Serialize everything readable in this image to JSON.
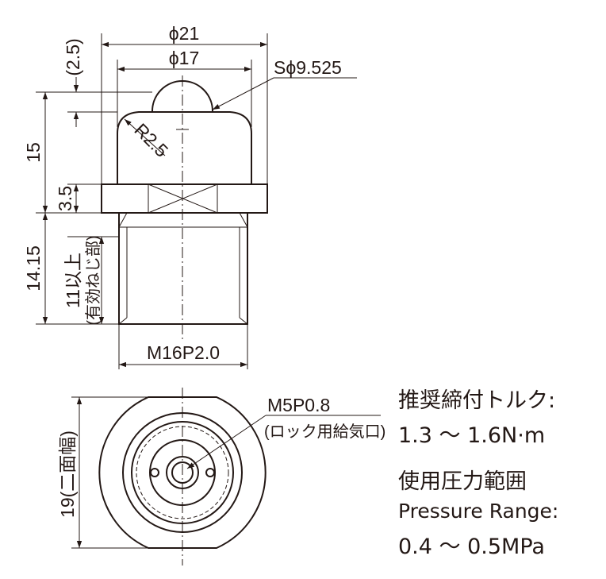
{
  "dimensions": {
    "d_outer": "ϕ21",
    "d_inner": "ϕ17",
    "ball": "Sϕ9.525",
    "protrusion": "(2.5)",
    "radius": "R2.5",
    "height": "15",
    "hex_thickness": "3.5",
    "thread_length": "14.15",
    "effective_thread_1": "11以上",
    "effective_thread_2": "(有効ねじ部)",
    "thread": "M16P2.0",
    "port": "M5P0.8",
    "port_note": "(ロック用給気口)",
    "across_flats": "19(二面幅)"
  },
  "specs": {
    "torque_label": "推奨締付トルク:",
    "torque_value": "1.3 ～ 1.6N·m",
    "pressure_label_jp": "使用圧力範囲",
    "pressure_label_en": "Pressure Range:",
    "pressure_value": "0.4 ～ 0.5MPa"
  }
}
